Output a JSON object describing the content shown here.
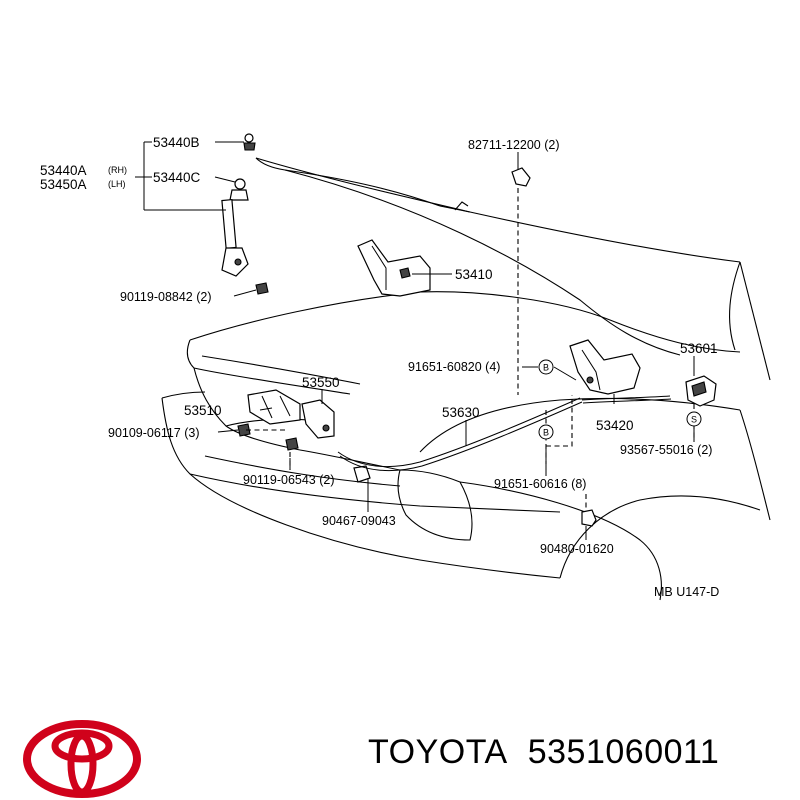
{
  "diagram": {
    "parts": {
      "p53440B": "53440B",
      "p53440A": "53440A",
      "rh": "(RH)",
      "p53450A": "53450A",
      "lh": "(LH)",
      "p53440C": "53440C",
      "p90119_08842": "90119-08842 (2)",
      "p82711_12200": "82711-12200 (2)",
      "p53410": "53410",
      "p91651_60820": "91651-60820 (4)",
      "p53601": "53601",
      "p53550": "53550",
      "p53510": "53510",
      "p90109_06117": "90109-06117 (3)",
      "p53630": "53630",
      "p53420": "53420",
      "p93567_55016": "93567-55016 (2)",
      "p90119_06543": "90119-06543 (2)",
      "p91651_60616": "91651-60616 (8)",
      "p90467_09043": "90467-09043",
      "p90480_01620": "90480-01620"
    },
    "badges": {
      "b1": "B",
      "b2": "B",
      "s1": "S"
    },
    "code": "MB  U147-D"
  },
  "footer": {
    "brand": "TOYOTA",
    "part_number": "5351060011"
  },
  "colors": {
    "logo": "#d0021b",
    "ink": "#000000"
  }
}
